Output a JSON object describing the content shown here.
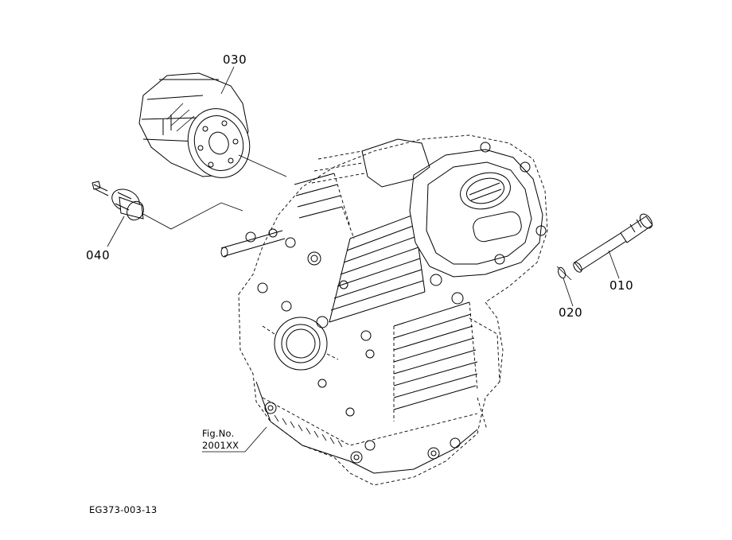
{
  "callouts": {
    "p030": "030",
    "p040": "040",
    "p010": "010",
    "p020": "020"
  },
  "fig_ref": {
    "line1": "Fig.No.",
    "line2": "2001XX"
  },
  "drawing_code": "EG373-003-13"
}
